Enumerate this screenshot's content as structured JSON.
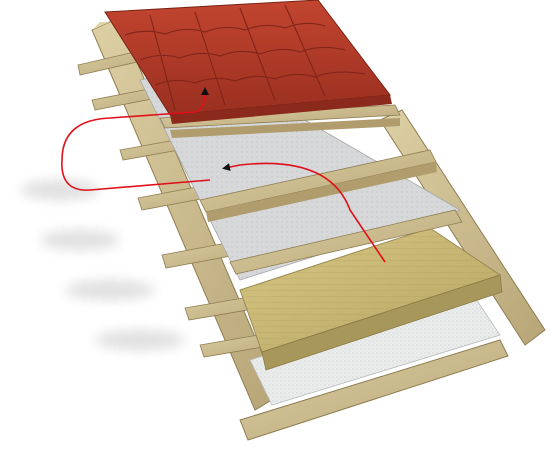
{
  "diagram": {
    "layers": [
      {
        "name": "metal-roof-tile"
      },
      {
        "name": "counter-batten"
      },
      {
        "name": "wind-barrier-membrane"
      },
      {
        "name": "mineral-wool-insulation"
      },
      {
        "name": "vapor-barrier-membrane"
      },
      {
        "name": "rafter"
      }
    ],
    "colors": {
      "tile": "#b53a2a",
      "tile_dark": "#8e2a1d",
      "wood": "#cdbb8c",
      "wood_dark": "#a89466",
      "membrane": "#d6d8d9",
      "insulation": "#c9b877",
      "vapor": "#e9eaea",
      "arrow": "#e0101a"
    }
  }
}
